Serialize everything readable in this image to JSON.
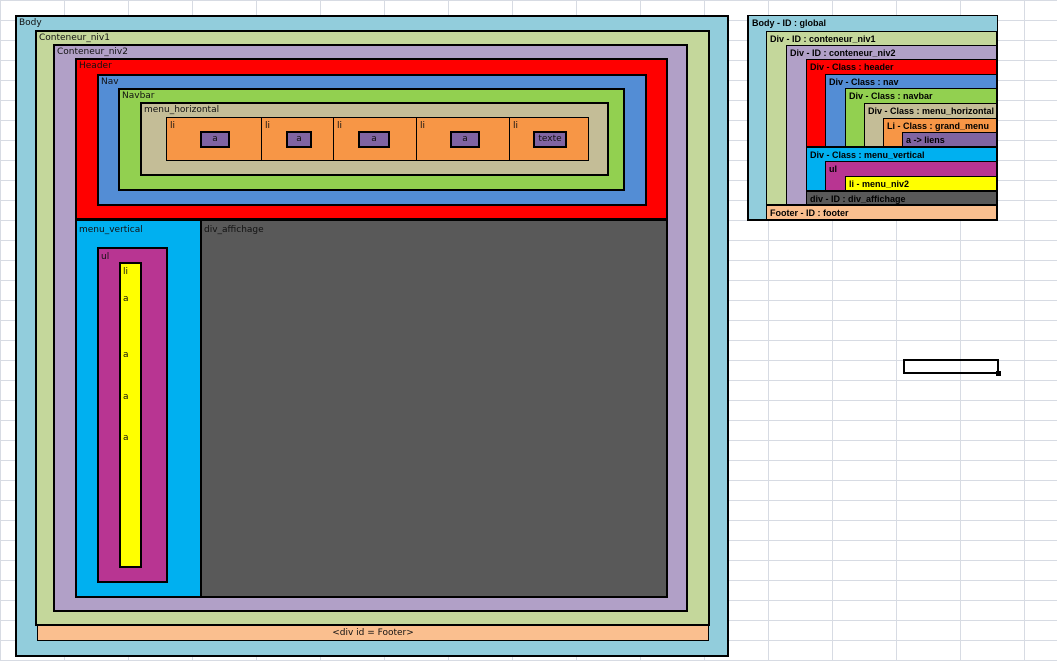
{
  "diagram": {
    "body": "Body",
    "conteneur_niv1": "Conteneur_niv1",
    "conteneur_niv2": "Conteneur_niv2",
    "header": "Header",
    "nav": "Nav",
    "navbar": "Navbar",
    "menu_horizontal": "menu_horizontal",
    "menu_items": [
      {
        "li": "li",
        "a": "a"
      },
      {
        "li": "li",
        "a": "a"
      },
      {
        "li": "li",
        "a": "a"
      },
      {
        "li": "li",
        "a": "a"
      },
      {
        "li": "li",
        "a": "texte"
      }
    ],
    "menu_vertical": "menu_vertical",
    "ul": "ul",
    "li": "li",
    "links": [
      "a",
      "a",
      "a",
      "a"
    ],
    "div_affichage": "div_affichage",
    "footer": "<div id = Footer>"
  },
  "legend": {
    "rows": [
      "Body - ID : global",
      "Div - ID : conteneur_niv1",
      "Div - ID : conteneur_niv2",
      "Div - Class : header",
      "Div - Class : nav",
      "Div - Class : navbar",
      "Div -  Class : menu_horizontal",
      "Li - Class : grand_menu",
      "a -> liens",
      "Div - Class : menu_vertical",
      "ul",
      "li - menu_niv2",
      "div - ID : div_affichage",
      "Footer - ID : footer"
    ]
  },
  "colors": {
    "body": "#92cddc",
    "niv1": "#c4d79b",
    "niv2": "#b1a0c7",
    "header": "#ff0000",
    "nav": "#538dd5",
    "navbar": "#92d050",
    "menu_horizontal": "#c4bd97",
    "li_orange": "#f79646",
    "a_purple": "#8064a2",
    "menu_vertical": "#00b0f0",
    "ul": "#b83592",
    "li_yellow": "#ffff00",
    "affichage": "#595959",
    "footer": "#fabf8f"
  }
}
